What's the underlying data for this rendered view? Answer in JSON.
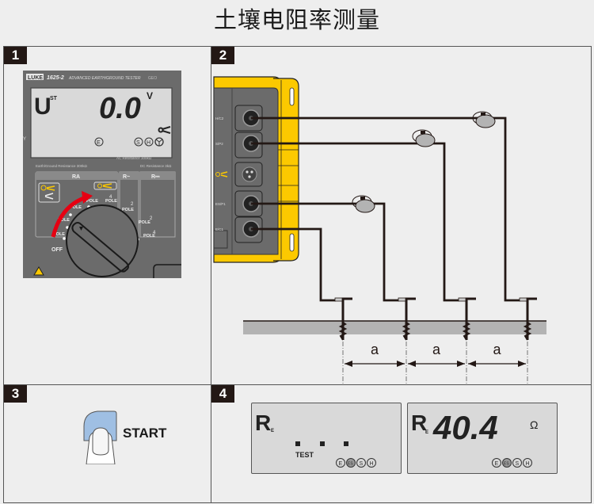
{
  "title": "土壤电阻率测量",
  "steps": [
    {
      "number": "1"
    },
    {
      "number": "2"
    },
    {
      "number": "3"
    },
    {
      "number": "4"
    }
  ],
  "meter": {
    "brand": "LUKE",
    "model": "1625-2",
    "model_desc": "ADVANCED EARTH/GROUND TESTER",
    "model_suffix": "GEO",
    "lcd_mode": "U",
    "lcd_mode_sub": "ST",
    "lcd_value": "0.0",
    "lcd_unit": "V",
    "lcd_indicators": [
      "E",
      "S",
      "H"
    ],
    "section_earth": "Earth/Ground Resistance 300kΩ",
    "section_ac": "AC Resistance 300kΩ",
    "section_dc": "DC Resistance 3kΩ",
    "tab_ra": "RA",
    "tab_rac": "R~",
    "tab_rdc": "R⎓",
    "pole_label": "POLE",
    "pole_3": "3",
    "pole_4": "4",
    "pole_2": "2",
    "off_label": "OFF"
  },
  "wiring": {
    "terminals": [
      "H/C2",
      "S/P2",
      "",
      "ES/P1",
      "E/C1"
    ],
    "spacing_label": "a",
    "electrode_count": 4
  },
  "start": {
    "label": "START",
    "button_color": "#9fbfe3"
  },
  "displays": [
    {
      "symbol": "R",
      "sub": "E",
      "value": ". . .",
      "status": "TEST",
      "unit": "",
      "indicators": [
        "E",
        "ES",
        "S",
        "H"
      ]
    },
    {
      "symbol": "R",
      "sub": "E",
      "value": "40.4",
      "status": "",
      "unit": "Ω",
      "indicators": [
        "E",
        "ES",
        "S",
        "H"
      ]
    }
  ],
  "colors": {
    "badge": "#231815",
    "meter_body": "#6b6b6b",
    "lcd_bg": "#d9d9d9",
    "case_yellow": "#fcc900",
    "arrow_red": "#e60012",
    "ground": "#b3b3b3"
  }
}
